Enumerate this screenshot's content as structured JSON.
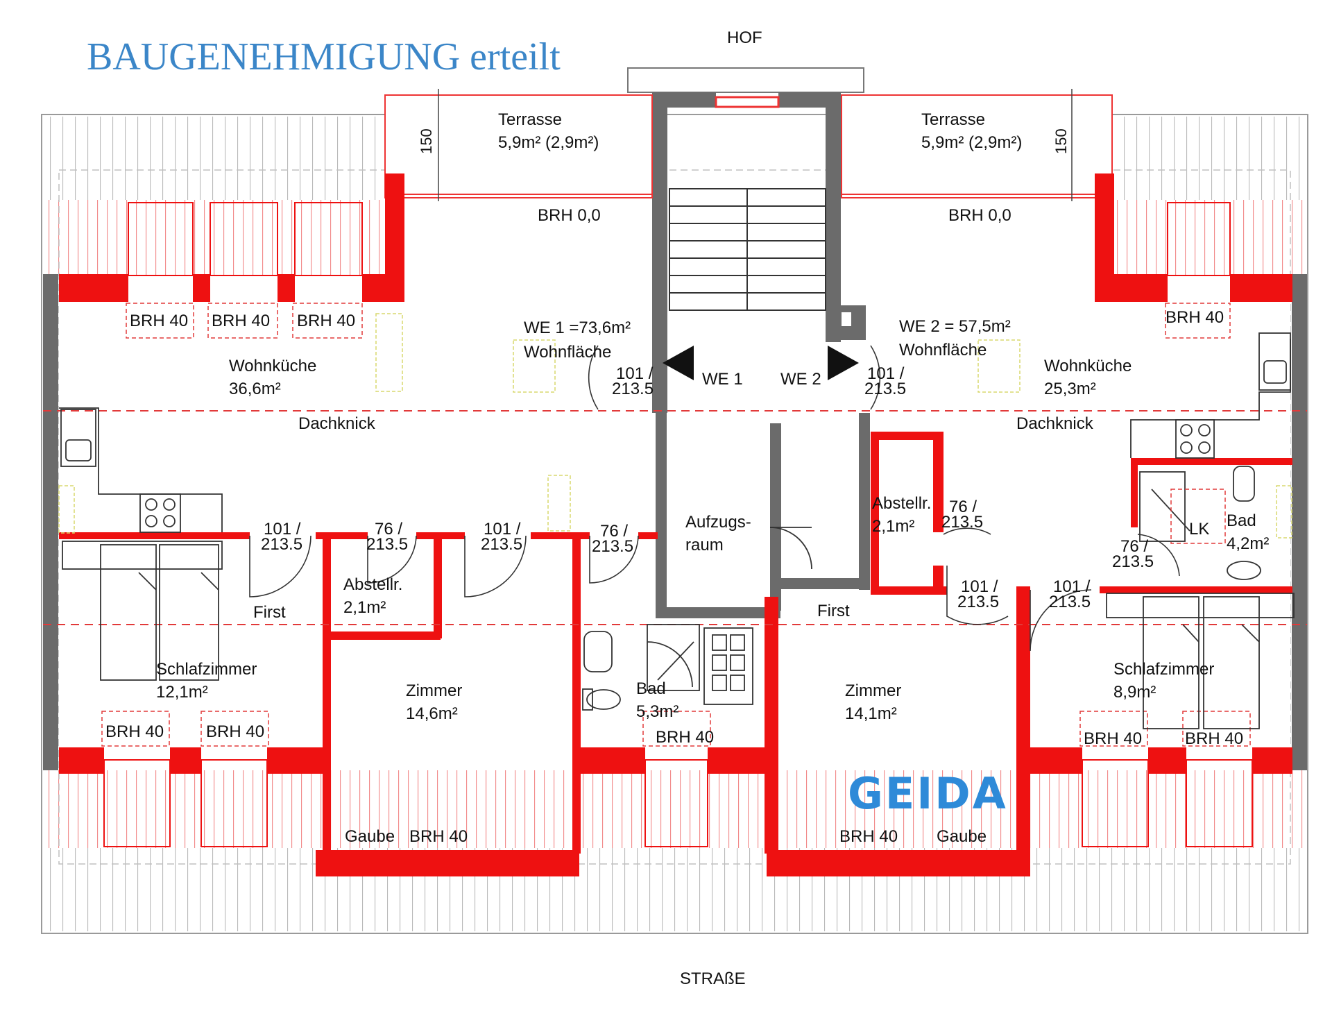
{
  "approval": "BAUGENEHMIGUNG erteilt",
  "orientation": {
    "north": "HOF",
    "south": "STRAßE"
  },
  "logo": "GEIDA",
  "colors": {
    "wall_red": "#ee1111",
    "wall_gray": "#6b6b6b",
    "dashed_red": "#e23a3a",
    "approval_blue": "#3b86c8",
    "logo_blue": "#2e8ad8"
  },
  "terraces": {
    "left": {
      "name": "Terrasse",
      "area": "5,9m² (2,9m²)",
      "depth": "150",
      "brh": "BRH 0,0"
    },
    "right": {
      "name": "Terrasse",
      "area": "5,9m² (2,9m²)",
      "depth": "150",
      "brh": "BRH 0,0"
    }
  },
  "units": {
    "we1": {
      "label": "WE 1 =73,6m²",
      "sub": "Wohnfläche",
      "arrow": "WE 1"
    },
    "we2": {
      "label": "WE 2 = 57,5m²",
      "sub": "Wohnfläche",
      "arrow": "WE 2"
    }
  },
  "rooms": {
    "wohnkueche_left": {
      "name": "Wohnküche",
      "area": "36,6m²"
    },
    "wohnkueche_right": {
      "name": "Wohnküche",
      "area": "25,3m²"
    },
    "schlafzimmer_left": {
      "name": "Schlafzimmer",
      "area": "12,1m²"
    },
    "schlafzimmer_right": {
      "name": "Schlafzimmer",
      "area": "8,9m²"
    },
    "zimmer_left": {
      "name": "Zimmer",
      "area": "14,6m²"
    },
    "zimmer_right": {
      "name": "Zimmer",
      "area": "14,1m²"
    },
    "abstell_left": {
      "name": "Abstellr.",
      "area": "2,1m²"
    },
    "abstell_right": {
      "name": "Abstellr.",
      "area": "2,1m²"
    },
    "bad_center": {
      "name": "Bad",
      "area": "5,3m²"
    },
    "bad_right": {
      "name": "Bad",
      "area": "4,2m²"
    },
    "aufzug": {
      "line1": "Aufzugs-",
      "line2": "raum"
    }
  },
  "labels": {
    "dachknick": "Dachknick",
    "first": "First",
    "gaube": "Gaube",
    "lk": "LK",
    "brh40": "BRH 40"
  },
  "doors": {
    "d101": {
      "w": "101 /",
      "h": "213.5"
    },
    "d76": {
      "w": "76 /",
      "h": "213.5"
    }
  }
}
